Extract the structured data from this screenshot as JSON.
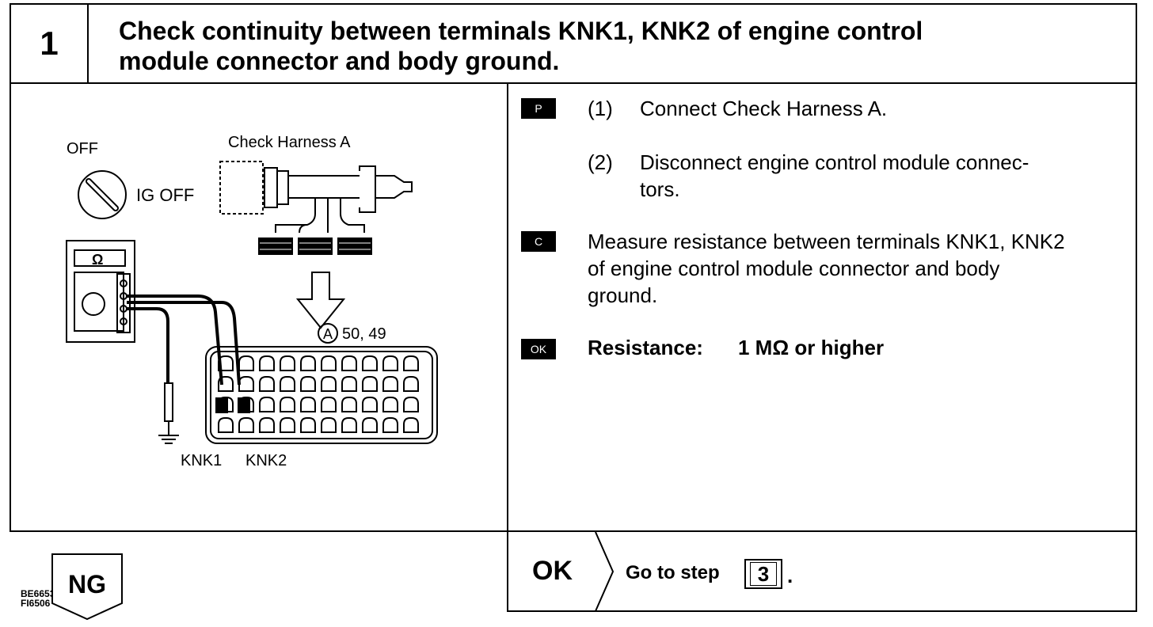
{
  "header": {
    "step_number": "1",
    "title_line1": "Check continuity between terminals KNK1, KNK2 of engine control",
    "title_line2": "module connector and body ground."
  },
  "illustration": {
    "ignition_label_off": "OFF",
    "ignition_label_ig_off": "IG OFF",
    "harness_label": "Check Harness A",
    "meter_symbol": "Ω",
    "connector_ref_letter": "A",
    "connector_ref_pins": "50, 49",
    "terminal_label_1": "KNK1",
    "terminal_label_2": "KNK2",
    "figure_code_1": "BE6653",
    "figure_code_2": "FI6506"
  },
  "procedure": {
    "prep_tag": "P",
    "step1_num": "(1)",
    "step1_text": "Connect Check Harness A.",
    "step2_num": "(2)",
    "step2_line1": "Disconnect engine control module connec-",
    "step2_line2": "tors.",
    "check_tag": "C",
    "check_line1": "Measure resistance between terminals KNK1, KNK2",
    "check_line2": "of engine control module connector and body",
    "check_line3": "ground.",
    "ok_tag": "OK",
    "spec_label": "Resistance:",
    "spec_value": "1 MΩ or higher"
  },
  "result": {
    "ng_label": "NG",
    "ok_label": "OK",
    "goto_text": "Go to step",
    "goto_step": "3",
    "goto_suffix": "."
  }
}
